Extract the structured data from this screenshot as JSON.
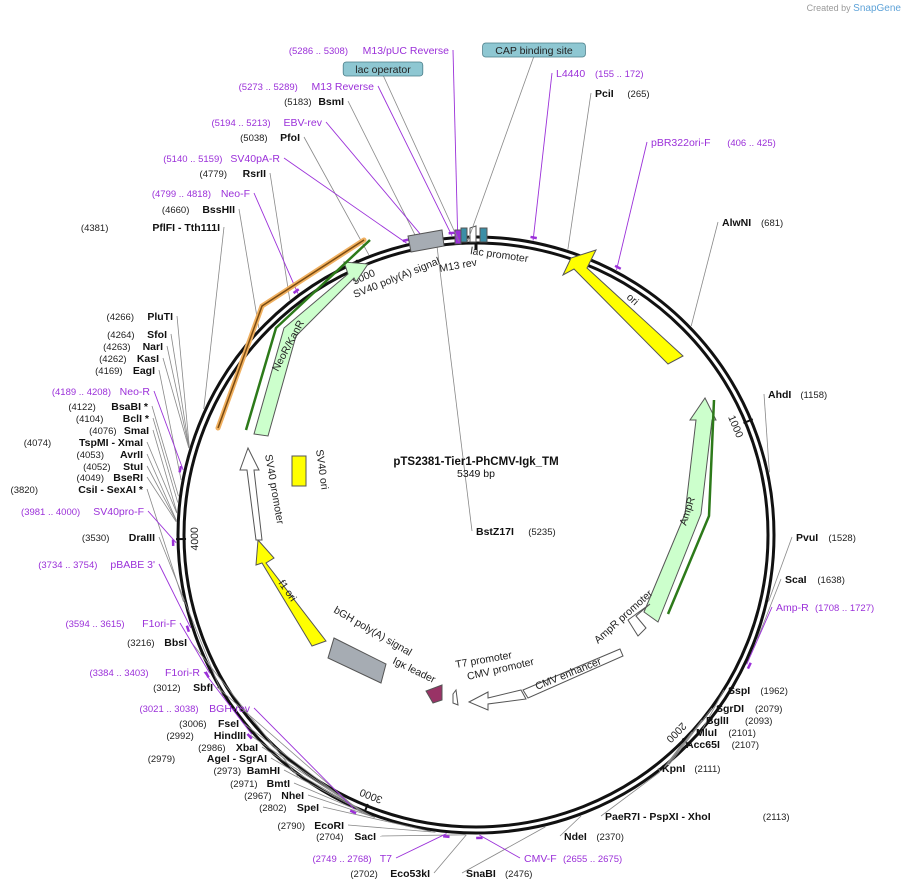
{
  "credit": {
    "prefix": "Created by",
    "brand": "SnapGene"
  },
  "plasmid": {
    "name": "pTS2381-Tier1-PhCMV-Igk_TM",
    "length": 5349,
    "length_label": "5349 bp"
  },
  "ticks": [
    {
      "pos": 1000,
      "label": "1000"
    },
    {
      "pos": 2000,
      "label": "2000"
    },
    {
      "pos": 3000,
      "label": "3000"
    },
    {
      "pos": 4000,
      "label": "4000"
    },
    {
      "pos": 5000,
      "label": "5000"
    }
  ],
  "boxed_labels": [
    {
      "text": "CAP binding site",
      "pos": 5325
    },
    {
      "text": "lac operator",
      "pos": 5300
    }
  ],
  "sites": [
    {
      "name": "PciI",
      "pos": "(265)",
      "at": 265
    },
    {
      "name": "AlwNI",
      "pos": "(681)",
      "at": 681
    },
    {
      "name": "AhdI",
      "pos": "(1158)",
      "at": 1158
    },
    {
      "name": "PvuI",
      "pos": "(1528)",
      "at": 1528
    },
    {
      "name": "ScaI",
      "pos": "(1638)",
      "at": 1638
    },
    {
      "name": "SspI",
      "pos": "(1962)",
      "at": 1962
    },
    {
      "name": "SgrDI",
      "pos": "(2079)",
      "at": 2079
    },
    {
      "name": "BglII",
      "pos": "(2093)",
      "at": 2093
    },
    {
      "name": "MluI",
      "pos": "(2101)",
      "at": 2101
    },
    {
      "name": "Acc65I",
      "pos": "(2107)",
      "at": 2107
    },
    {
      "name": "KpnI",
      "pos": "(2111)",
      "at": 2111
    },
    {
      "name": "PaeR7I  - PspXI  - XhoI",
      "pos": "(2113)",
      "at": 2113
    },
    {
      "name": "NdeI",
      "pos": "(2370)",
      "at": 2370
    },
    {
      "name": "SnaBI",
      "pos": "(2476)",
      "at": 2476
    },
    {
      "name": "Eco53kI",
      "pos": "(2702)",
      "at": 2702
    },
    {
      "name": "SacI",
      "pos": "(2704)",
      "at": 2704
    },
    {
      "name": "EcoRI",
      "pos": "(2790)",
      "at": 2790
    },
    {
      "name": "SpeI",
      "pos": "(2802)",
      "at": 2802
    },
    {
      "name": "NheI",
      "pos": "(2967)",
      "at": 2967
    },
    {
      "name": "BmtI",
      "pos": "(2971)",
      "at": 2971
    },
    {
      "name": "BamHI",
      "pos": "(2973)",
      "at": 2973
    },
    {
      "name": "AgeI  - SgrAI",
      "pos": "(2979)",
      "at": 2979
    },
    {
      "name": "XbaI",
      "pos": "(2986)",
      "at": 2986
    },
    {
      "name": "HindIII",
      "pos": "(2992)",
      "at": 2992
    },
    {
      "name": "FseI",
      "pos": "(3006)",
      "at": 3006
    },
    {
      "name": "SbfI",
      "pos": "(3012)",
      "at": 3012
    },
    {
      "name": "BbsI",
      "pos": "(3216)",
      "at": 3216
    },
    {
      "name": "DraIII",
      "pos": "(3530)",
      "at": 3530
    },
    {
      "name": "CsiI  - SexAI *",
      "pos": "(3820)",
      "at": 3820
    },
    {
      "name": "BseRI",
      "pos": "(4049)",
      "at": 4049
    },
    {
      "name": "StuI",
      "pos": "(4052)",
      "at": 4052
    },
    {
      "name": "AvrII",
      "pos": "(4053)",
      "at": 4053
    },
    {
      "name": "TspMI  - XmaI",
      "pos": "(4074)",
      "at": 4074
    },
    {
      "name": "SmaI",
      "pos": "(4076)",
      "at": 4076
    },
    {
      "name": "BclI *",
      "pos": "(4104)",
      "at": 4104
    },
    {
      "name": "BsaBI *",
      "pos": "(4122)",
      "at": 4122
    },
    {
      "name": "EagI",
      "pos": "(4169)",
      "at": 4169
    },
    {
      "name": "KasI",
      "pos": "(4262)",
      "at": 4262
    },
    {
      "name": "NarI",
      "pos": "(4263)",
      "at": 4263
    },
    {
      "name": "SfoI",
      "pos": "(4264)",
      "at": 4264
    },
    {
      "name": "PluTI",
      "pos": "(4266)",
      "at": 4266
    },
    {
      "name": "PflFI  - Tth111I",
      "pos": "(4381)",
      "at": 4381
    },
    {
      "name": "BssHII",
      "pos": "(4660)",
      "at": 4660
    },
    {
      "name": "RsrII",
      "pos": "(4779)",
      "at": 4779
    },
    {
      "name": "PfoI",
      "pos": "(5038)",
      "at": 5038
    },
    {
      "name": "BsmI",
      "pos": "(5183)",
      "at": 5183
    },
    {
      "name": "BstZ17I",
      "pos": "(5235)",
      "at": 5235
    }
  ],
  "primers": [
    {
      "name": "L4440",
      "pos": "(155 .. 172)",
      "at": 163
    },
    {
      "name": "pBR322ori-F",
      "pos": "(406 .. 425)",
      "at": 415
    },
    {
      "name": "Amp-R",
      "pos": "(1708 .. 1727)",
      "at": 1717
    },
    {
      "name": "CMV-F",
      "pos": "(2655 .. 2675)",
      "at": 2665
    },
    {
      "name": "T7",
      "pos": "(2749 .. 2768)",
      "at": 2758
    },
    {
      "name": "BGH-rev",
      "pos": "(3021 .. 3038)",
      "at": 3030
    },
    {
      "name": "F1ori-R",
      "pos": "(3384 .. 3403)",
      "at": 3393
    },
    {
      "name": "F1ori-F",
      "pos": "(3594 .. 3615)",
      "at": 3604
    },
    {
      "name": "pBABE 3'",
      "pos": "(3734 .. 3754)",
      "at": 3744
    },
    {
      "name": "SV40pro-F",
      "pos": "(3981 .. 4000)",
      "at": 3990
    },
    {
      "name": "Neo-R",
      "pos": "(4189 .. 4208)",
      "at": 4198
    },
    {
      "name": "Neo-F",
      "pos": "(4799 .. 4818)",
      "at": 4808
    },
    {
      "name": "SV40pA-R",
      "pos": "(5140 .. 5159)",
      "at": 5150
    },
    {
      "name": "EBV-rev",
      "pos": "(5194 .. 5213)",
      "at": 5203
    },
    {
      "name": "M13 Reverse",
      "pos": "(5273 .. 5289)",
      "at": 5281
    },
    {
      "name": "M13/pUC Reverse",
      "pos": "(5286 .. 5308)",
      "at": 5297
    }
  ],
  "features": [
    {
      "name": "ori",
      "type": "rep_origin",
      "color": "#ffff00"
    },
    {
      "name": "AmpR",
      "type": "cds",
      "color": "#ccffcc"
    },
    {
      "name": "AmpR promoter",
      "type": "promoter",
      "color": "#ffffff"
    },
    {
      "name": "CMV enhancer",
      "type": "enhancer",
      "color": "#ffffff"
    },
    {
      "name": "CMV promoter",
      "type": "promoter",
      "color": "#ffffff"
    },
    {
      "name": "T7 promoter",
      "type": "promoter",
      "color": "#ffffff"
    },
    {
      "name": "Igκ leader",
      "type": "sig_peptide",
      "color": "#993366"
    },
    {
      "name": "bGH poly(A) signal",
      "type": "terminator",
      "color": "#a6acb3"
    },
    {
      "name": "f1 ori",
      "type": "rep_origin",
      "color": "#ffff00"
    },
    {
      "name": "SV40 promoter",
      "type": "promoter",
      "color": "#ffffff"
    },
    {
      "name": "SV40 ori",
      "type": "rep_origin",
      "color": "#ffff00"
    },
    {
      "name": "NeoR/KanR",
      "type": "cds",
      "color": "#ccffcc"
    },
    {
      "name": "SV40 poly(A) signal",
      "type": "terminator",
      "color": "#a6acb3"
    },
    {
      "name": "M13 rev",
      "type": "primer_bind",
      "color": "#9b30d9"
    },
    {
      "name": "lac promoter",
      "type": "promoter",
      "color": "#ffffff"
    }
  ]
}
